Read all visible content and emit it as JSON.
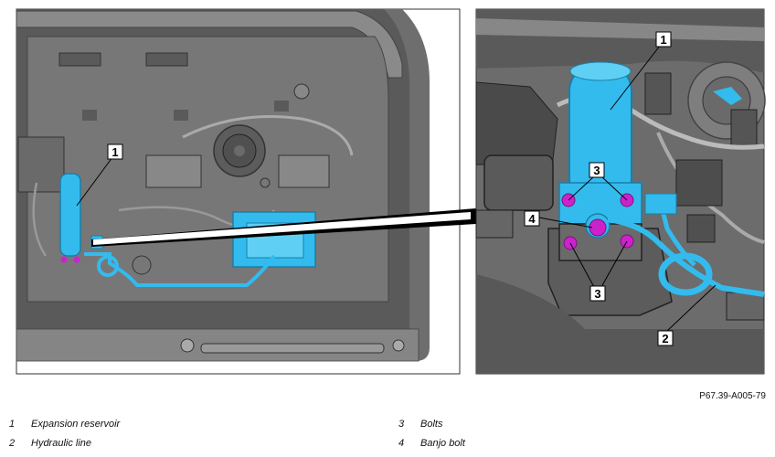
{
  "figure": {
    "reference": "P67.39-A005-79",
    "callouts": {
      "overview": [
        "1"
      ],
      "detail": [
        "1",
        "3",
        "4",
        "3",
        "2"
      ]
    }
  },
  "legend": [
    {
      "number": "1",
      "label": "Expansion reservoir"
    },
    {
      "number": "2",
      "label": "Hydraulic line"
    },
    {
      "number": "3",
      "label": "Bolts"
    },
    {
      "number": "4",
      "label": "Banjo bolt"
    }
  ],
  "colors": {
    "component_highlight": "#33bbee",
    "bolt_highlight": "#cc22cc",
    "panel_background": "#7a7a7a",
    "panel_border": "#333333"
  }
}
